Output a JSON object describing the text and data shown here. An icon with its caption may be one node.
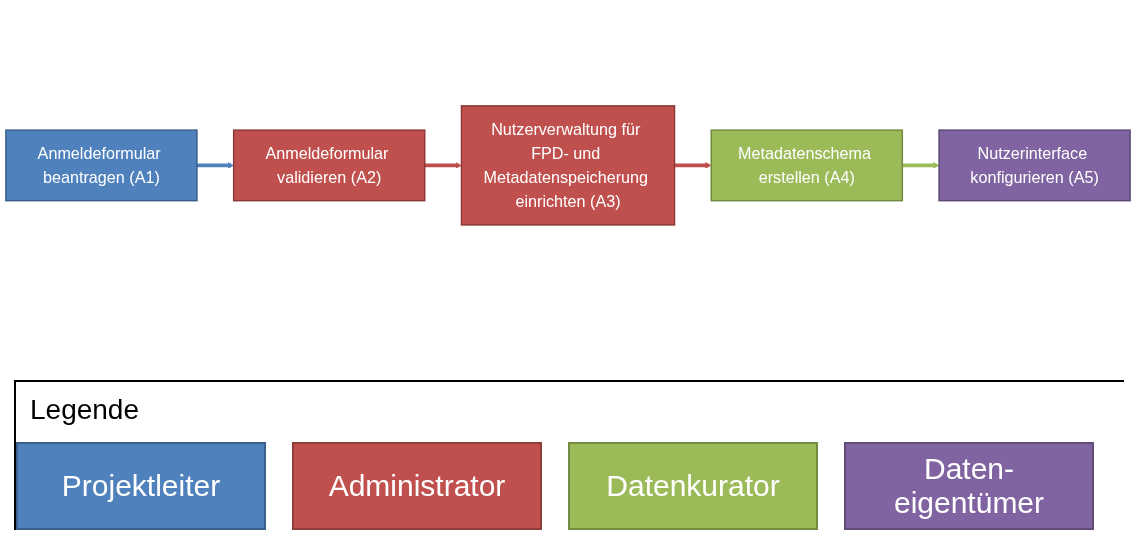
{
  "diagram": {
    "nodes": [
      {
        "text": [
          "Anmeldeformular beantragen (A1)"
        ]
      },
      {
        "text": [
          "Anmeldeformular validieren (A2)"
        ]
      },
      {
        "text": [
          "Nutzerverwaltung für FPD- und Metadatenspeicherung einrichten (A3)"
        ]
      },
      {
        "text": [
          "Nutzerinterface konfigurieren (A5)"
        ]
      },
      {
        "text": [
          "Metadatenschema erstellen (A4)"
        ]
      }
    ],
    "edges": [
      {
        "from": 0,
        "to": 1,
        "arrow": "to",
        "color": "#4f81bd"
      },
      {
        "from": 1,
        "to": 2,
        "arrow": "to",
        "color": "#c0504d"
      },
      {
        "from": 2,
        "to": 4,
        "arrow": "to",
        "color": "#c0504d"
      },
      {
        "from": 4,
        "to": 3,
        "arrow": "to",
        "color": "#9bbb59"
      }
    ],
    "labels": [
      "Legende"
    ],
    "legend": [
      {
        "text": "Projektleiter",
        "color": "#4f81bd"
      },
      {
        "text": "Administrator",
        "color": "#c0504d"
      },
      {
        "text": "Datenkurator",
        "color": "#9bbb59"
      },
      {
        "text": "Daten- eigentümer",
        "color": "#8064a2"
      }
    ]
  }
}
